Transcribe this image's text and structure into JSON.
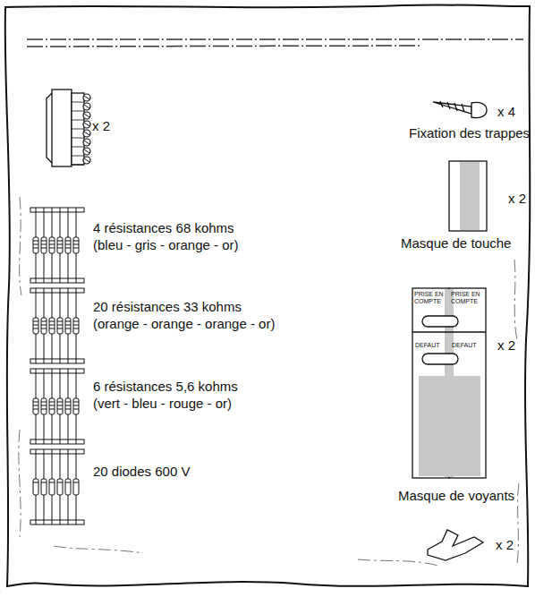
{
  "diagram": {
    "labels": [
      "x 2",
      "x 4",
      "Fixation des trappes",
      "x 2",
      "Masque de touche",
      "4 résistances 68 kohms",
      "(bleu - gris - orange - or)",
      "20 résistances 33 kohms",
      "(orange - orange - orange - or)",
      "6 résistances 5,6 kohms",
      "(vert - bleu - rouge - or)",
      "20 diodes 600 V",
      "PRISE EN COMPTE",
      "PRISE EN COMPTE",
      "DEFAUT",
      "DEFAUT",
      "x 2",
      "Masque de voyants",
      "x 2"
    ]
  }
}
